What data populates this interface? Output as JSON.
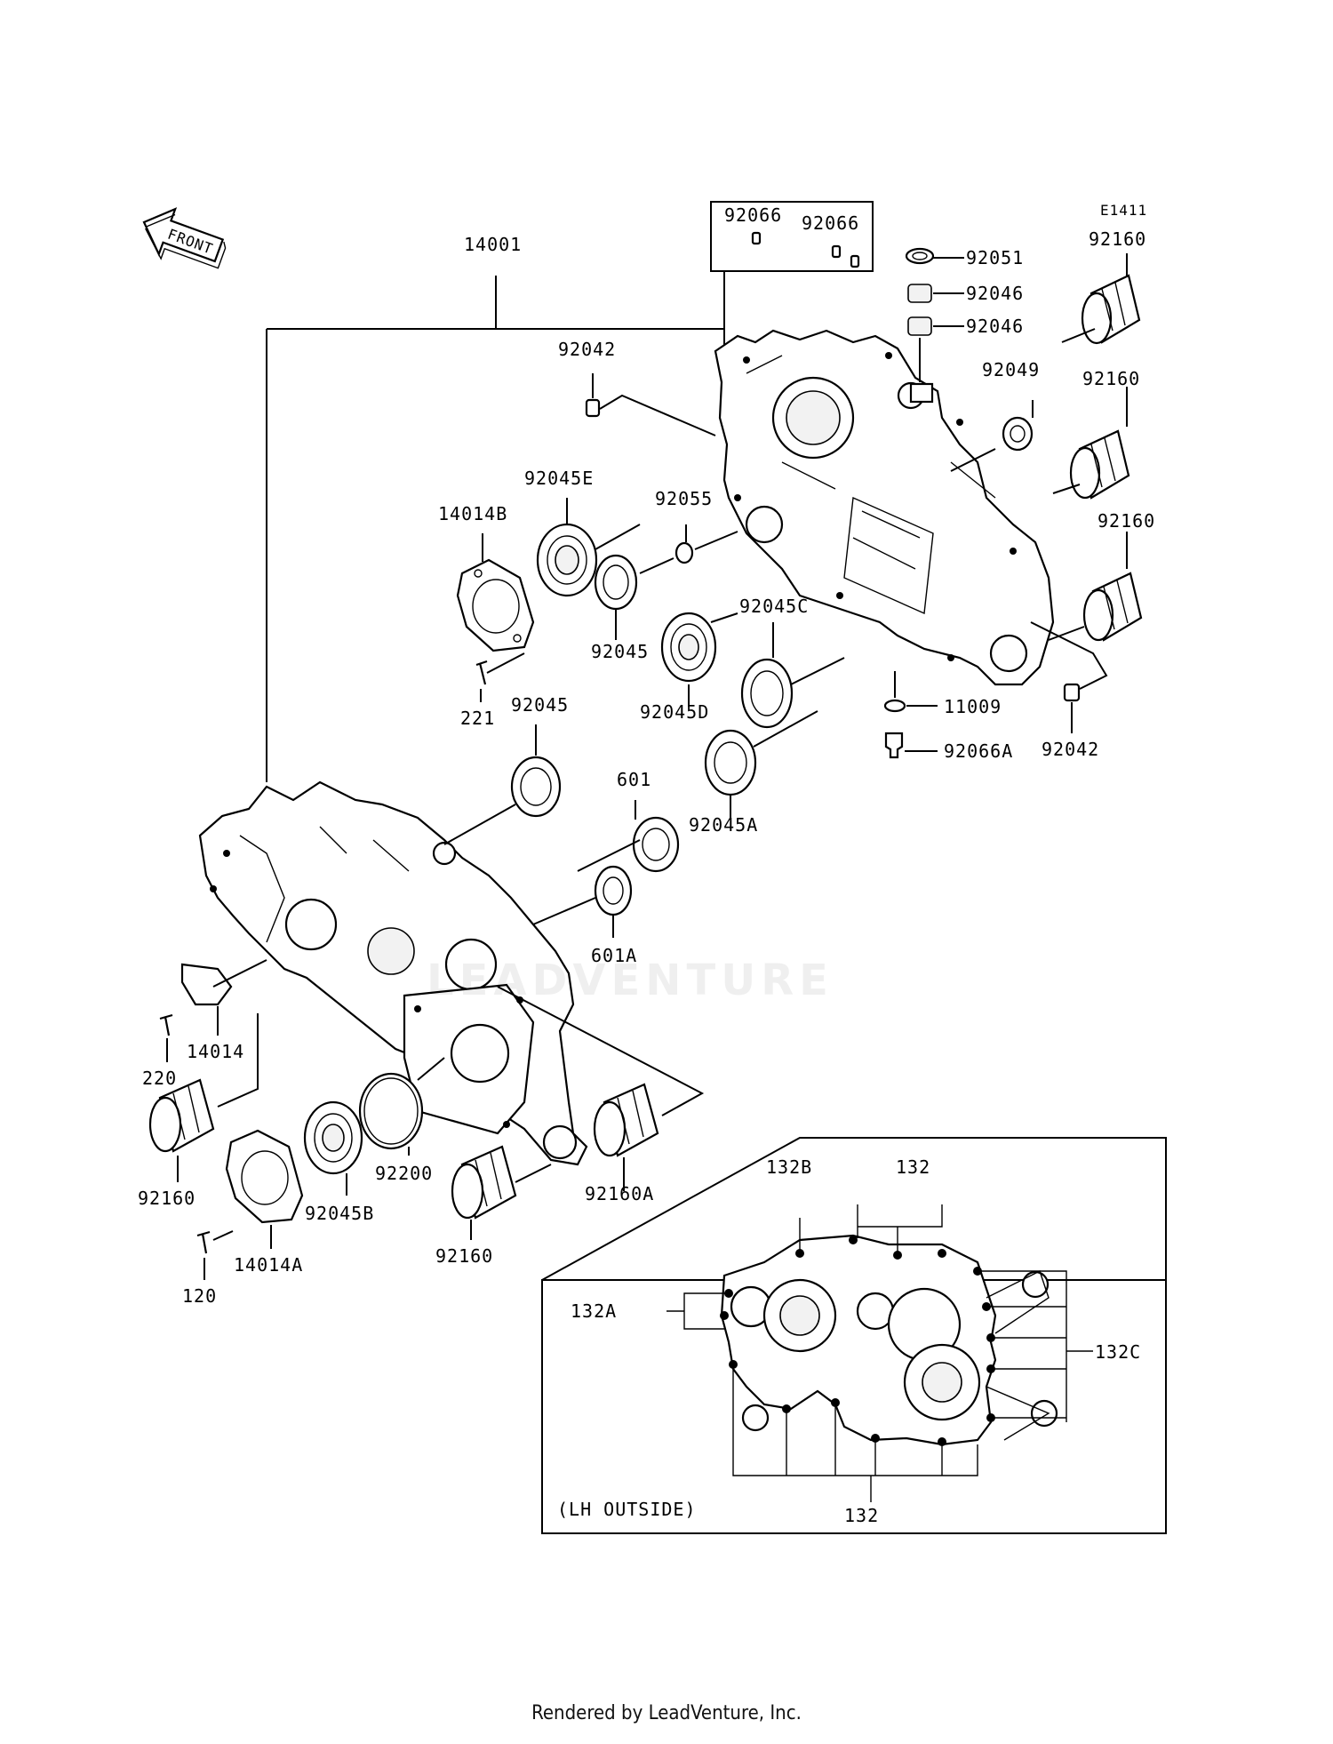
{
  "diagram_code": "E1411",
  "front_label": "FRONT",
  "footer": "Rendered by LeadVenture, Inc.",
  "watermark": "LEADVENTURE",
  "inset_caption": "(LH OUTSIDE)",
  "parts": {
    "p92066_a": "92066",
    "p92066_b": "92066",
    "p14001": "14001",
    "p92051": "92051",
    "p92046_a": "92046",
    "p92046_b": "92046",
    "p92160_1": "92160",
    "p92042_a": "92042",
    "p92049": "92049",
    "p92160_2": "92160",
    "p92045E": "92045E",
    "p92055": "92055",
    "p14014B": "14014B",
    "p92160_3": "92160",
    "p92045C": "92045C",
    "p92045_a": "92045",
    "p221": "221",
    "p92045D": "92045D",
    "p11009": "11009",
    "p92045_b": "92045",
    "p92066A": "92066A",
    "p92042_b": "92042",
    "p601": "601",
    "p92045A": "92045A",
    "p601A": "601A",
    "p14014": "14014",
    "p220": "220",
    "p92200": "92200",
    "p92160A": "92160A",
    "p92160_4": "92160",
    "p92045B": "92045B",
    "p92160_5": "92160",
    "p14014A": "14014A",
    "p120": "120",
    "p132B": "132B",
    "p132_top": "132",
    "p132A": "132A",
    "p132C": "132C",
    "p132_bottom": "132"
  }
}
